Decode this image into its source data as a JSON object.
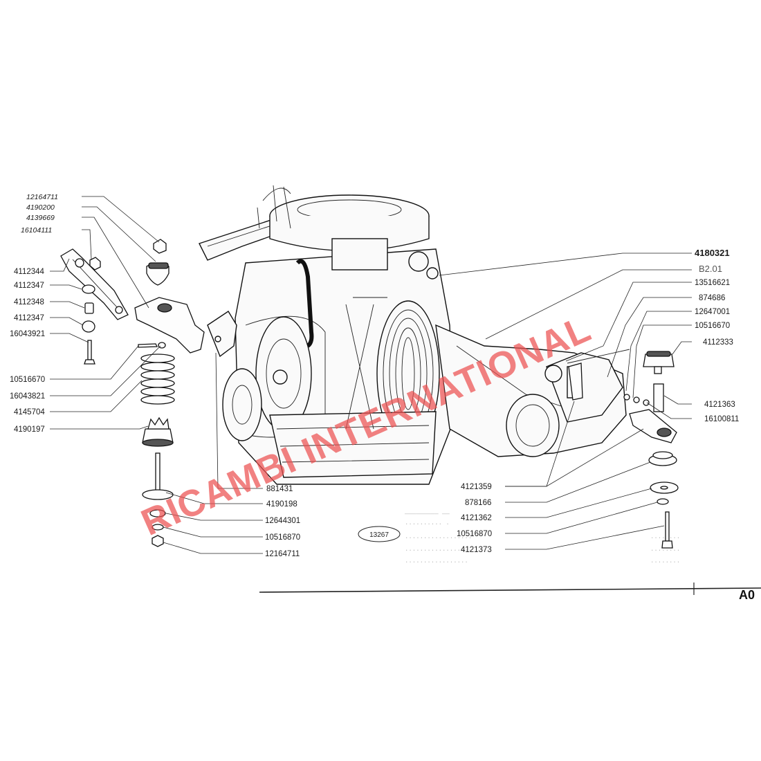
{
  "diagram": {
    "drawing_number": "13267",
    "group_code": "B2.01",
    "page_corner": "A0",
    "watermark": "RICAMBI INTERNATIONAL",
    "labels_left": [
      "12164711",
      "4190200",
      "4139669",
      "16104111",
      "4112344",
      "4112347",
      "4112348",
      "4112347",
      "16043921",
      "10516670",
      "16043821",
      "4145704",
      "4190197"
    ],
    "labels_bottom": [
      "881431",
      "4190198",
      "12644301",
      "10516870",
      "12164711"
    ],
    "labels_right": [
      "4180321",
      "13516621",
      "874686",
      "12647001",
      "10516670",
      "4112333",
      "4121363",
      "16100811",
      "4121359",
      "878166",
      "4121362",
      "10516870",
      "4121373"
    ]
  }
}
